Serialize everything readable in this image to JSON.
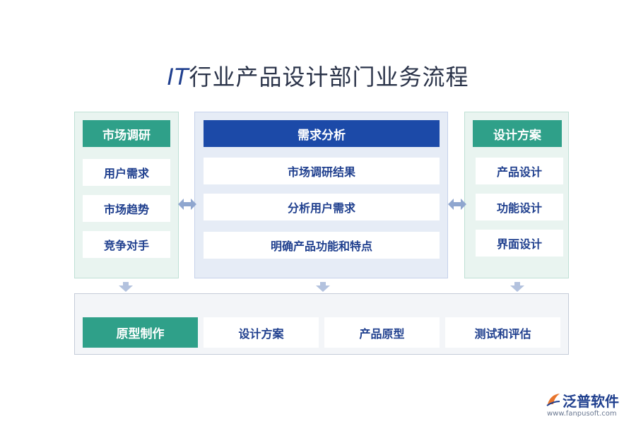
{
  "title": {
    "prefix": "IT",
    "rest": "行业产品设计部门业务流程"
  },
  "left": {
    "header": "市场调研",
    "items": [
      "用户需求",
      "市场趋势",
      "竞争对手"
    ]
  },
  "center": {
    "header": "需求分析",
    "items": [
      "市场调研结果",
      "分析用户需求",
      "明确产品功能和特点"
    ]
  },
  "right": {
    "header": "设计方案",
    "items": [
      "产品设计",
      "功能设计",
      "界面设计"
    ]
  },
  "bottom": {
    "header": "原型制作",
    "items": [
      "设计方案",
      "产品原型",
      "测试和评估"
    ]
  },
  "logo": {
    "name": "泛普软件",
    "url": "www.fanpusoft.com"
  },
  "colors": {
    "green": "#2fa089",
    "blue": "#1c4aa8",
    "text": "#1f3f8e"
  }
}
